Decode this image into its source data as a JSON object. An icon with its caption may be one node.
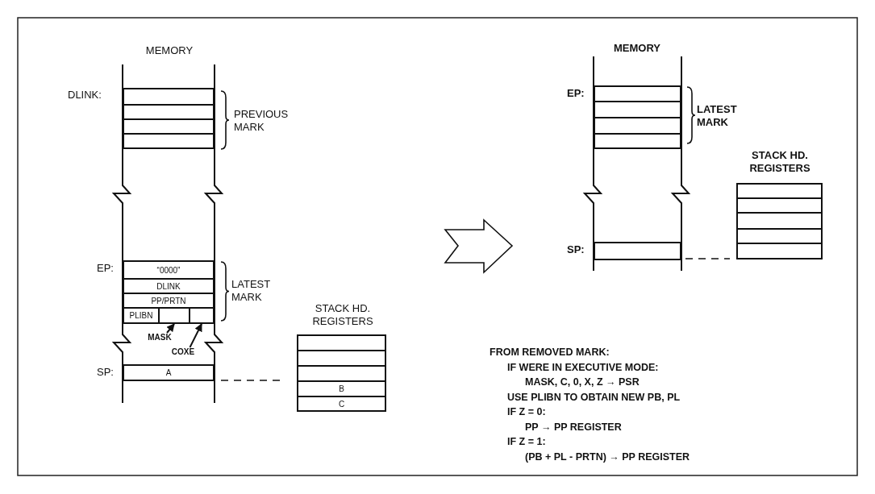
{
  "diagram": {
    "nodes": [
      {
        "text": [],
        "shape": "box"
      },
      {
        "text": [],
        "shape": "box"
      },
      {
        "text": [],
        "shape": "box"
      },
      {
        "text": [],
        "shape": "box"
      },
      {
        "text": [
          "“0000”"
        ]
      },
      {
        "text": [
          "DLINK"
        ]
      },
      {
        "text": [
          "PP/PRTN"
        ]
      },
      {
        "text": [
          "PLIBN"
        ]
      },
      {
        "text": [],
        "shape": "box"
      },
      {
        "text": [],
        "shape": "box"
      },
      {
        "text": [
          "MASK"
        ]
      },
      {
        "text": [
          "COXE"
        ]
      },
      {
        "text": [
          "A"
        ]
      },
      {
        "text": [],
        "shape": "box"
      },
      {
        "text": [],
        "shape": "box"
      },
      {
        "text": [],
        "shape": "box"
      },
      {
        "text": [
          "B"
        ]
      },
      {
        "text": [
          "C"
        ]
      },
      {
        "text": [],
        "shape": "box"
      },
      {
        "text": [],
        "shape": "box"
      },
      {
        "text": [],
        "shape": "box"
      },
      {
        "text": [],
        "shape": "box"
      },
      {
        "text": [],
        "shape": "box"
      },
      {
        "text": [],
        "shape": "box"
      },
      {
        "text": [],
        "shape": "box"
      },
      {
        "text": [],
        "shape": "box"
      },
      {
        "text": [],
        "shape": "box"
      },
      {
        "text": [],
        "shape": "box"
      }
    ],
    "edges": [
      {
        "from": 10,
        "to": 8,
        "arrow": "to"
      },
      {
        "from": 11,
        "to": 9,
        "arrow": "to"
      }
    ],
    "labels": [
      "MEMORY",
      "DLINK:",
      "PREVIOUS MARK",
      "EP:",
      "LATEST MARK",
      "SP:",
      "STACK HD. REGISTERS",
      "MEMORY",
      "EP:",
      "LATEST MARK",
      "STACK HD. REGISTERS",
      "SP:",
      "FROM REMOVED MARK:",
      "IF WERE IN EXECUTIVE MODE:",
      "MASK, C, 0, X, Z → PSR",
      "USE PLIBN TO OBTAIN NEW PB, PL",
      "IF Z = 0:",
      "PP → PP REGISTER",
      "IF Z = 1:",
      "(PB + PL - PRTN) → PP REGISTER"
    ]
  }
}
